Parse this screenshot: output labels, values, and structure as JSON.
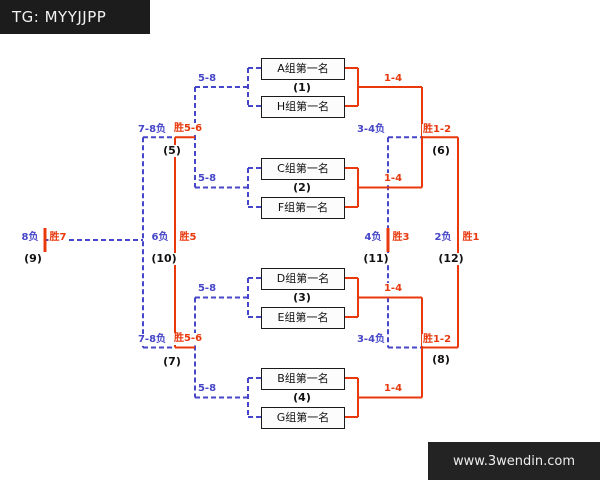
{
  "header": {
    "title": "TG: MYYJJPP"
  },
  "watermark": {
    "text": "www.3wendin.com"
  },
  "colors": {
    "winner_red": "#e8380c",
    "loser_blue": "#4646c8",
    "text_dark": "#111111",
    "header_bg": "#1c1c1c"
  },
  "bracket": {
    "round1": [
      {
        "label": "(1)",
        "top": "A组第一名",
        "bottom": "H组第一名"
      },
      {
        "label": "(2)",
        "top": "C组第一名",
        "bottom": "F组第一名"
      },
      {
        "label": "(3)",
        "top": "D组第一名",
        "bottom": "E组第一名"
      },
      {
        "label": "(4)",
        "top": "B组第一名",
        "bottom": "G组第一名"
      }
    ],
    "edge_labels": {
      "losers_to_5_8": "5-8",
      "winners_to_1_4": "1-4",
      "win_to_5_6": "胜5-6",
      "lose_to_7_8": "7-8负",
      "win_to_1_2": "胜1-2",
      "lose_to_3_4": "3-4负"
    },
    "consolation_semis": {
      "m5": "(5)",
      "m7": "(7)"
    },
    "main_semis": {
      "m6": "(6)",
      "m8": "(8)"
    },
    "placement_finals": [
      {
        "label": "(9)",
        "loser": "8负",
        "winner": "胜7"
      },
      {
        "label": "(10)",
        "loser": "6负",
        "winner": "胜5"
      },
      {
        "label": "(11)",
        "loser": "4负",
        "winner": "胜3"
      },
      {
        "label": "(12)",
        "loser": "2负",
        "winner": "胜1"
      }
    ]
  }
}
